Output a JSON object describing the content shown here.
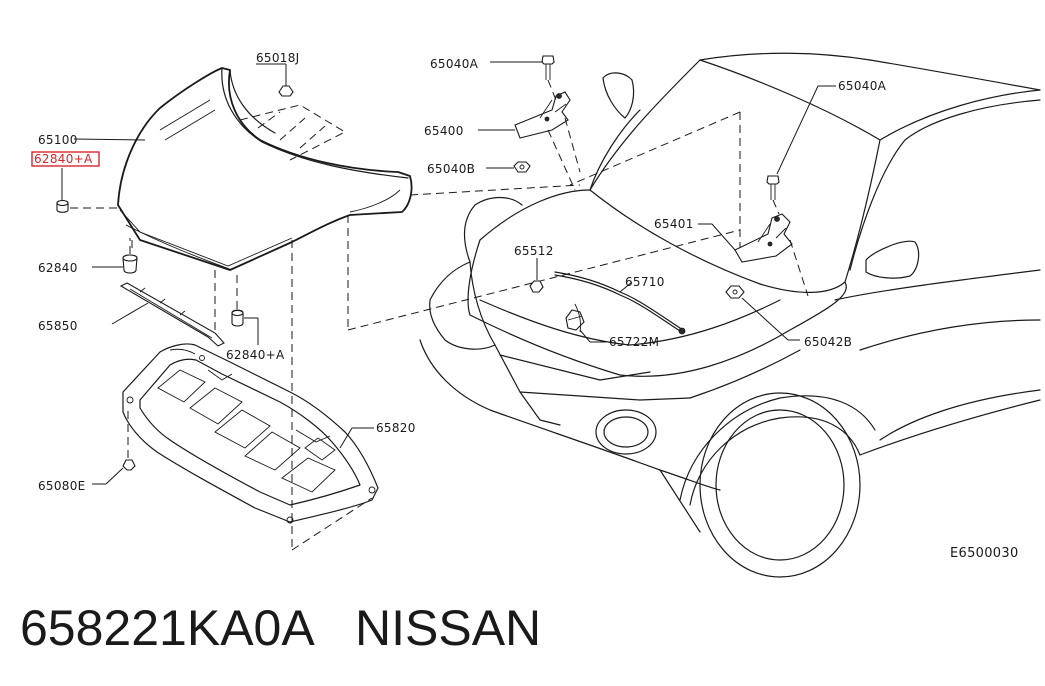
{
  "callouts": {
    "c65018J": "65018J",
    "c65040A_top": "65040A",
    "c65040A_right": "65040A",
    "c65100": "65100",
    "c62840A_hi": "62840+A",
    "c65400": "65400",
    "c65040B": "65040B",
    "c65401": "65401",
    "c62840": "62840",
    "c65512": "65512",
    "c65710": "65710",
    "c65850": "65850",
    "c62840A_low": "62840+A",
    "c65722M": "65722M",
    "c65042B": "65042B",
    "c65820": "65820",
    "c65080E": "65080E"
  },
  "figure_code": "E6500030",
  "footer": {
    "part_number": "658221KA0A",
    "brand": "NISSAN"
  },
  "colors": {
    "line": "#1a1a1a",
    "highlight": "#d8262c",
    "background": "#ffffff"
  }
}
